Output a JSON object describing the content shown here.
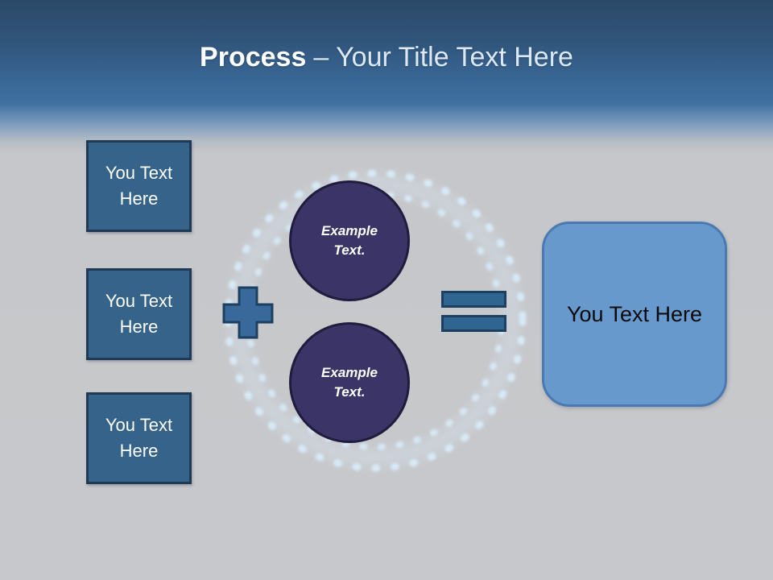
{
  "title": {
    "emphasis": "Process",
    "rest": "– Your Title Text Here"
  },
  "left_boxes": [
    {
      "label": "You Text Here"
    },
    {
      "label": "You Text Here"
    },
    {
      "label": "You Text Here"
    }
  ],
  "circles": [
    {
      "label": "Example Text."
    },
    {
      "label": "Example Text."
    }
  ],
  "operators": {
    "plus": "+",
    "equals": "="
  },
  "result_box": {
    "label": "You Text Here"
  },
  "colors": {
    "header_top": "#2b4a68",
    "header_mid": "#3f70a0",
    "background": "#c7c8cb",
    "square_fill": "#356389",
    "square_border": "#1e3a54",
    "circle_fill": "#3a3566",
    "circle_border": "#201c3e",
    "operator_fill": "#38699a",
    "operator_border": "#1d3f60",
    "result_fill": "#6899cc",
    "result_border": "#4a7ab3",
    "ring_dots": "#d8ecfa",
    "title_emphasis": "#ffffff",
    "title_rest": "#dce8f3"
  }
}
